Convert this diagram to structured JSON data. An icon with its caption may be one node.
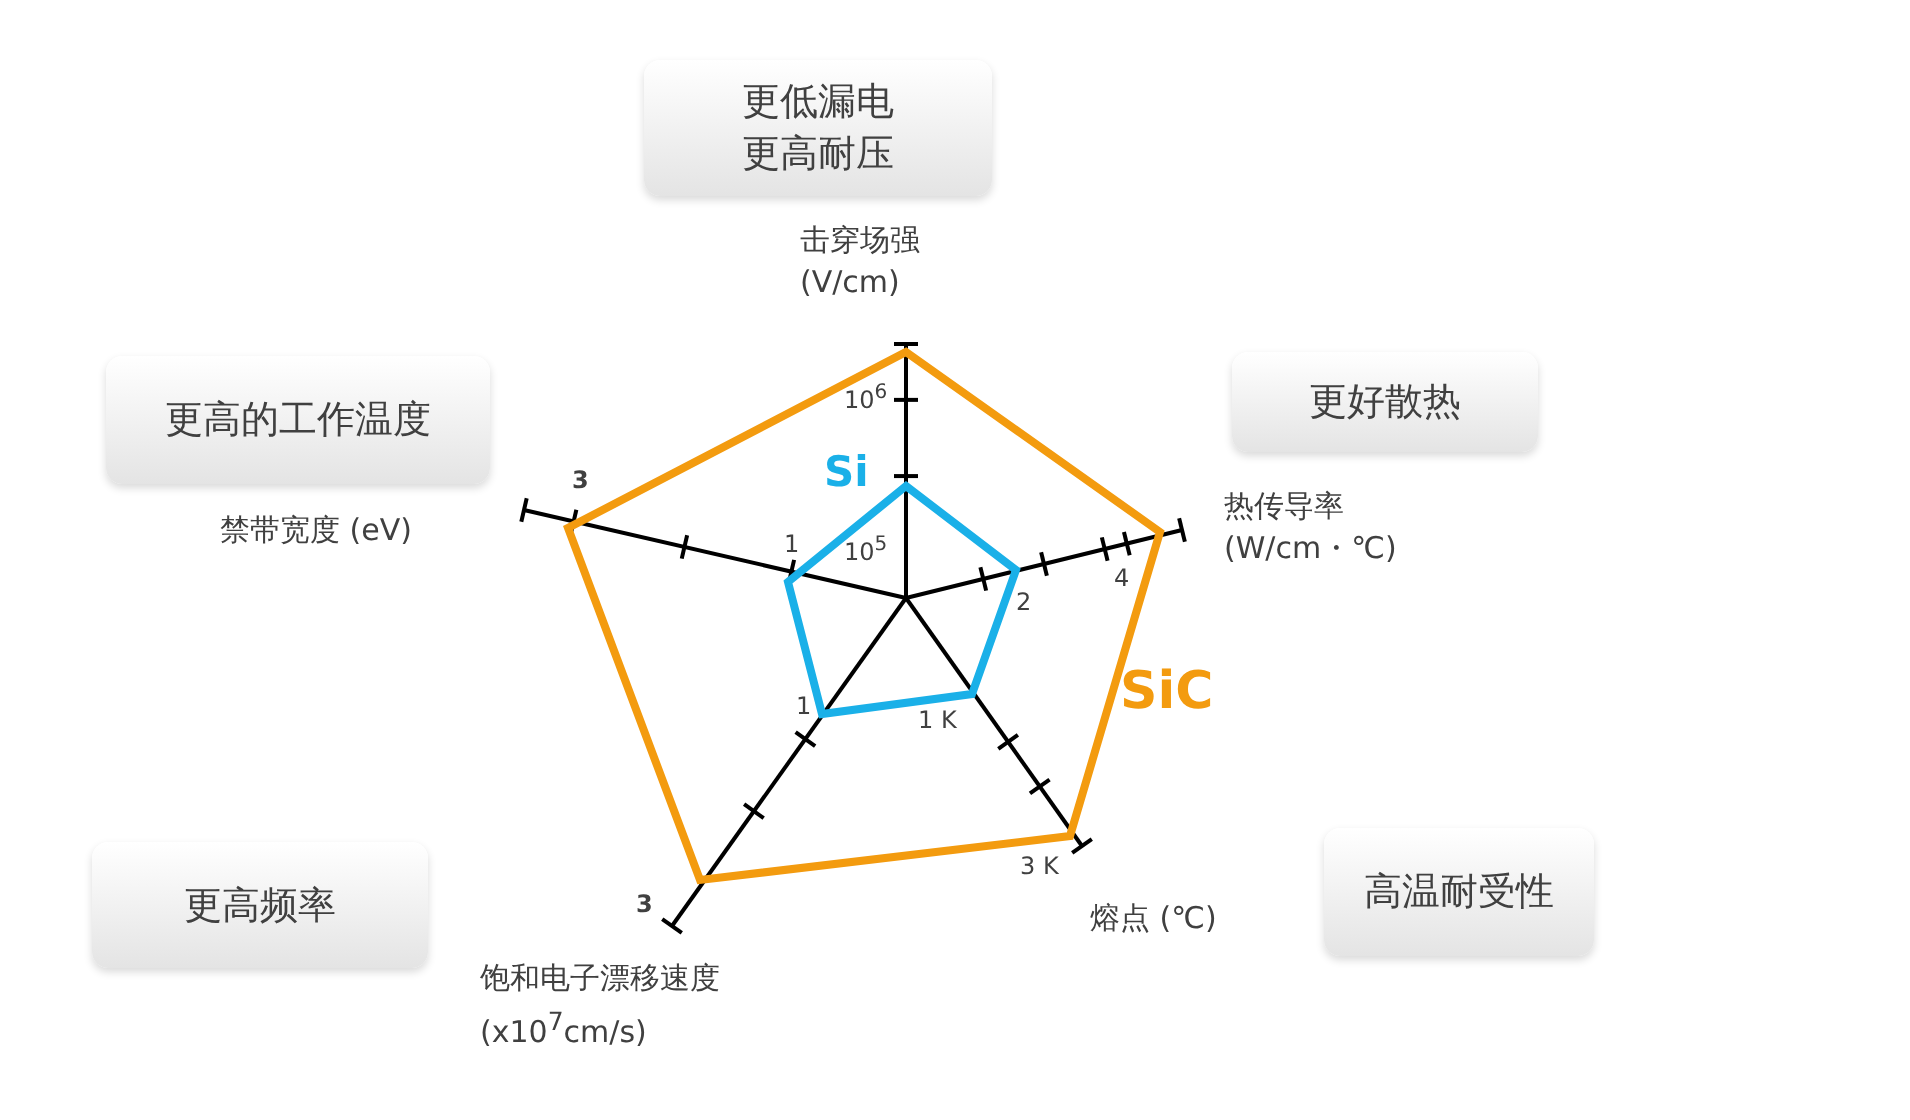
{
  "diagram": {
    "nodes": [
      {
        "text": [
          "更低漏电",
          "更高耐压"
        ]
      },
      {
        "text": [
          "更好散热"
        ]
      },
      {
        "text": [
          "更高的工作温度"
        ]
      },
      {
        "text": [
          "更高频率"
        ]
      },
      {
        "text": [
          "高温耐受性"
        ]
      }
    ],
    "labels": [
      "击穿场强 (V/cm)",
      "10$^{6}$",
      "Si",
      "10$^{5}$",
      "3",
      "禁带宽度 (eV)",
      "1",
      "热传导率 (W/cm・℃)",
      "2",
      "4",
      "SiC",
      "1",
      "1 K",
      "3 K",
      "3",
      "熔点 (℃)",
      "饱和电子漂移速度 (x10$^{7}$cm/s)"
    ]
  }
}
